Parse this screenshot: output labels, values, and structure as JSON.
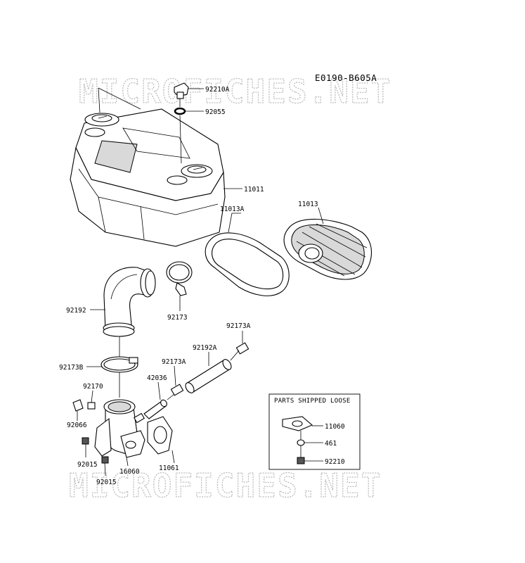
{
  "diagram_code": "E0190-B605A",
  "watermark": {
    "top": "MICROFICHES.NET",
    "bottom": "MICROFICHES.NET"
  },
  "parts_box_title": "PARTS SHIPPED LOOSE",
  "labels": {
    "p92210A": "92210A",
    "p92055": "92055",
    "p11011": "11011",
    "p11013A": "11013A",
    "p11013": "11013",
    "p92192": "92192",
    "p92173": "92173",
    "p92173A_top": "92173A",
    "p92192A": "92192A",
    "p92173B": "92173B",
    "p92173A_mid": "92173A",
    "p42036": "42036",
    "p92170": "92170",
    "p92066": "92066",
    "p92015_a": "92015",
    "p92015_b": "92015",
    "p16060": "16060",
    "p11061": "11061",
    "box_11060": "11060",
    "box_461": "461",
    "box_92210": "92210"
  }
}
